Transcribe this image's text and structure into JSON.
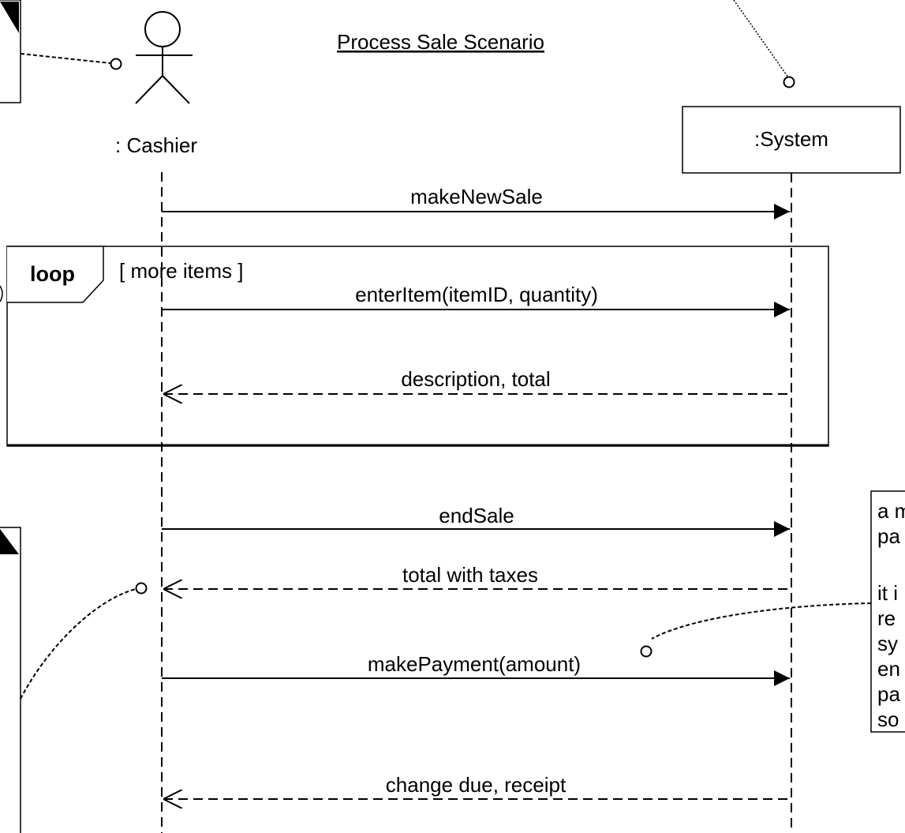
{
  "diagram": {
    "title": "Process Sale Scenario",
    "actor": {
      "name": ": Cashier",
      "icon": "stick-figure-icon"
    },
    "system": {
      "name": ":System"
    },
    "loop": {
      "keyword": "loop",
      "guard": "[ more items ]"
    },
    "messages": [
      {
        "label": "makeNewSale",
        "kind": "call"
      },
      {
        "label": "enterItem(itemID, quantity)",
        "kind": "call"
      },
      {
        "label": "description, total",
        "kind": "return"
      },
      {
        "label": "endSale",
        "kind": "call"
      },
      {
        "label": "total with taxes",
        "kind": "return"
      },
      {
        "label": "makePayment(amount)",
        "kind": "call"
      },
      {
        "label": "change due, receipt",
        "kind": "return"
      }
    ],
    "note_right": {
      "lines": [
        "a m",
        "pa",
        "",
        "it i",
        "re",
        "sy",
        "en",
        "pa",
        "so"
      ]
    }
  }
}
